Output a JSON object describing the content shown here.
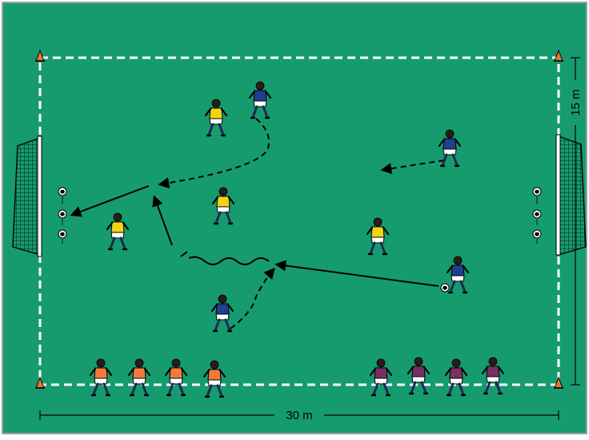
{
  "diagram": {
    "length_label": "30 m",
    "width_label": "15 m",
    "colors": {
      "field": "#169b6e",
      "field_border": "#9aa3a0",
      "lines": "#ffffff",
      "team_yellow": "#f1d417",
      "team_blue": "#1f3f8f",
      "team_orange": "#f07a3a",
      "team_purple": "#7a2f63",
      "cone": "#e8762c",
      "ink": "#000000"
    },
    "icons": [
      "goal-net",
      "cone",
      "ball",
      "player"
    ]
  }
}
